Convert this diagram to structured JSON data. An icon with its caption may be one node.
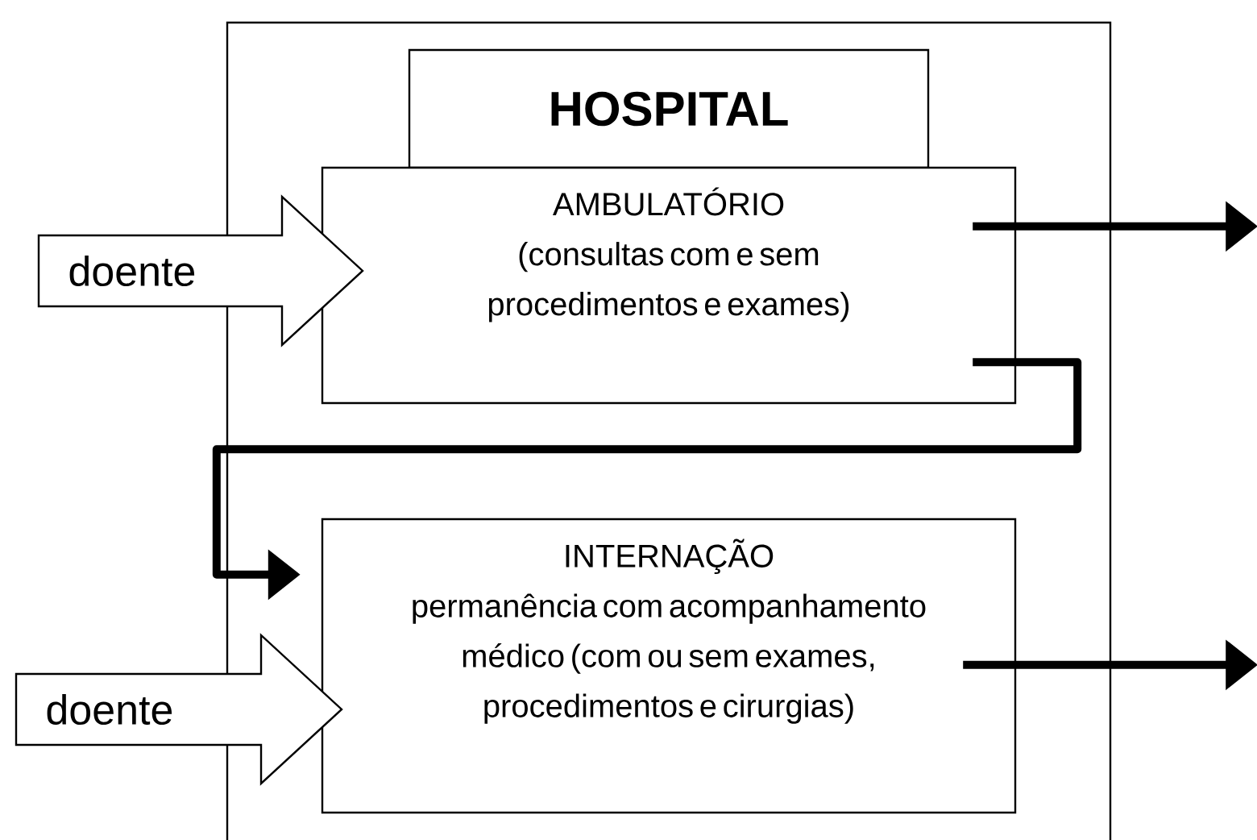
{
  "diagram": {
    "nodes": [
      {
        "text": [],
        "shape": "box"
      },
      {
        "text": [
          "HOSPITAL"
        ],
        "in": 0
      },
      {
        "text": [
          "AMBULATÓRIO",
          "(consultas com e sem procedimentos e exames)"
        ],
        "in": 0
      },
      {
        "text": [
          "INTERNAÇÃO",
          "permanência com acompanhamento médico (com ou sem exames, procedimentos e cirurgias)"
        ],
        "in": 0
      },
      {
        "text": [
          "doente"
        ]
      },
      {
        "text": [
          "doente"
        ]
      }
    ],
    "edges": [
      {
        "from": 2,
        "to": null,
        "arrow": "to"
      },
      {
        "from": 2,
        "to": 3,
        "arrow": "to"
      },
      {
        "from": 3,
        "to": null,
        "arrow": "to"
      }
    ]
  }
}
